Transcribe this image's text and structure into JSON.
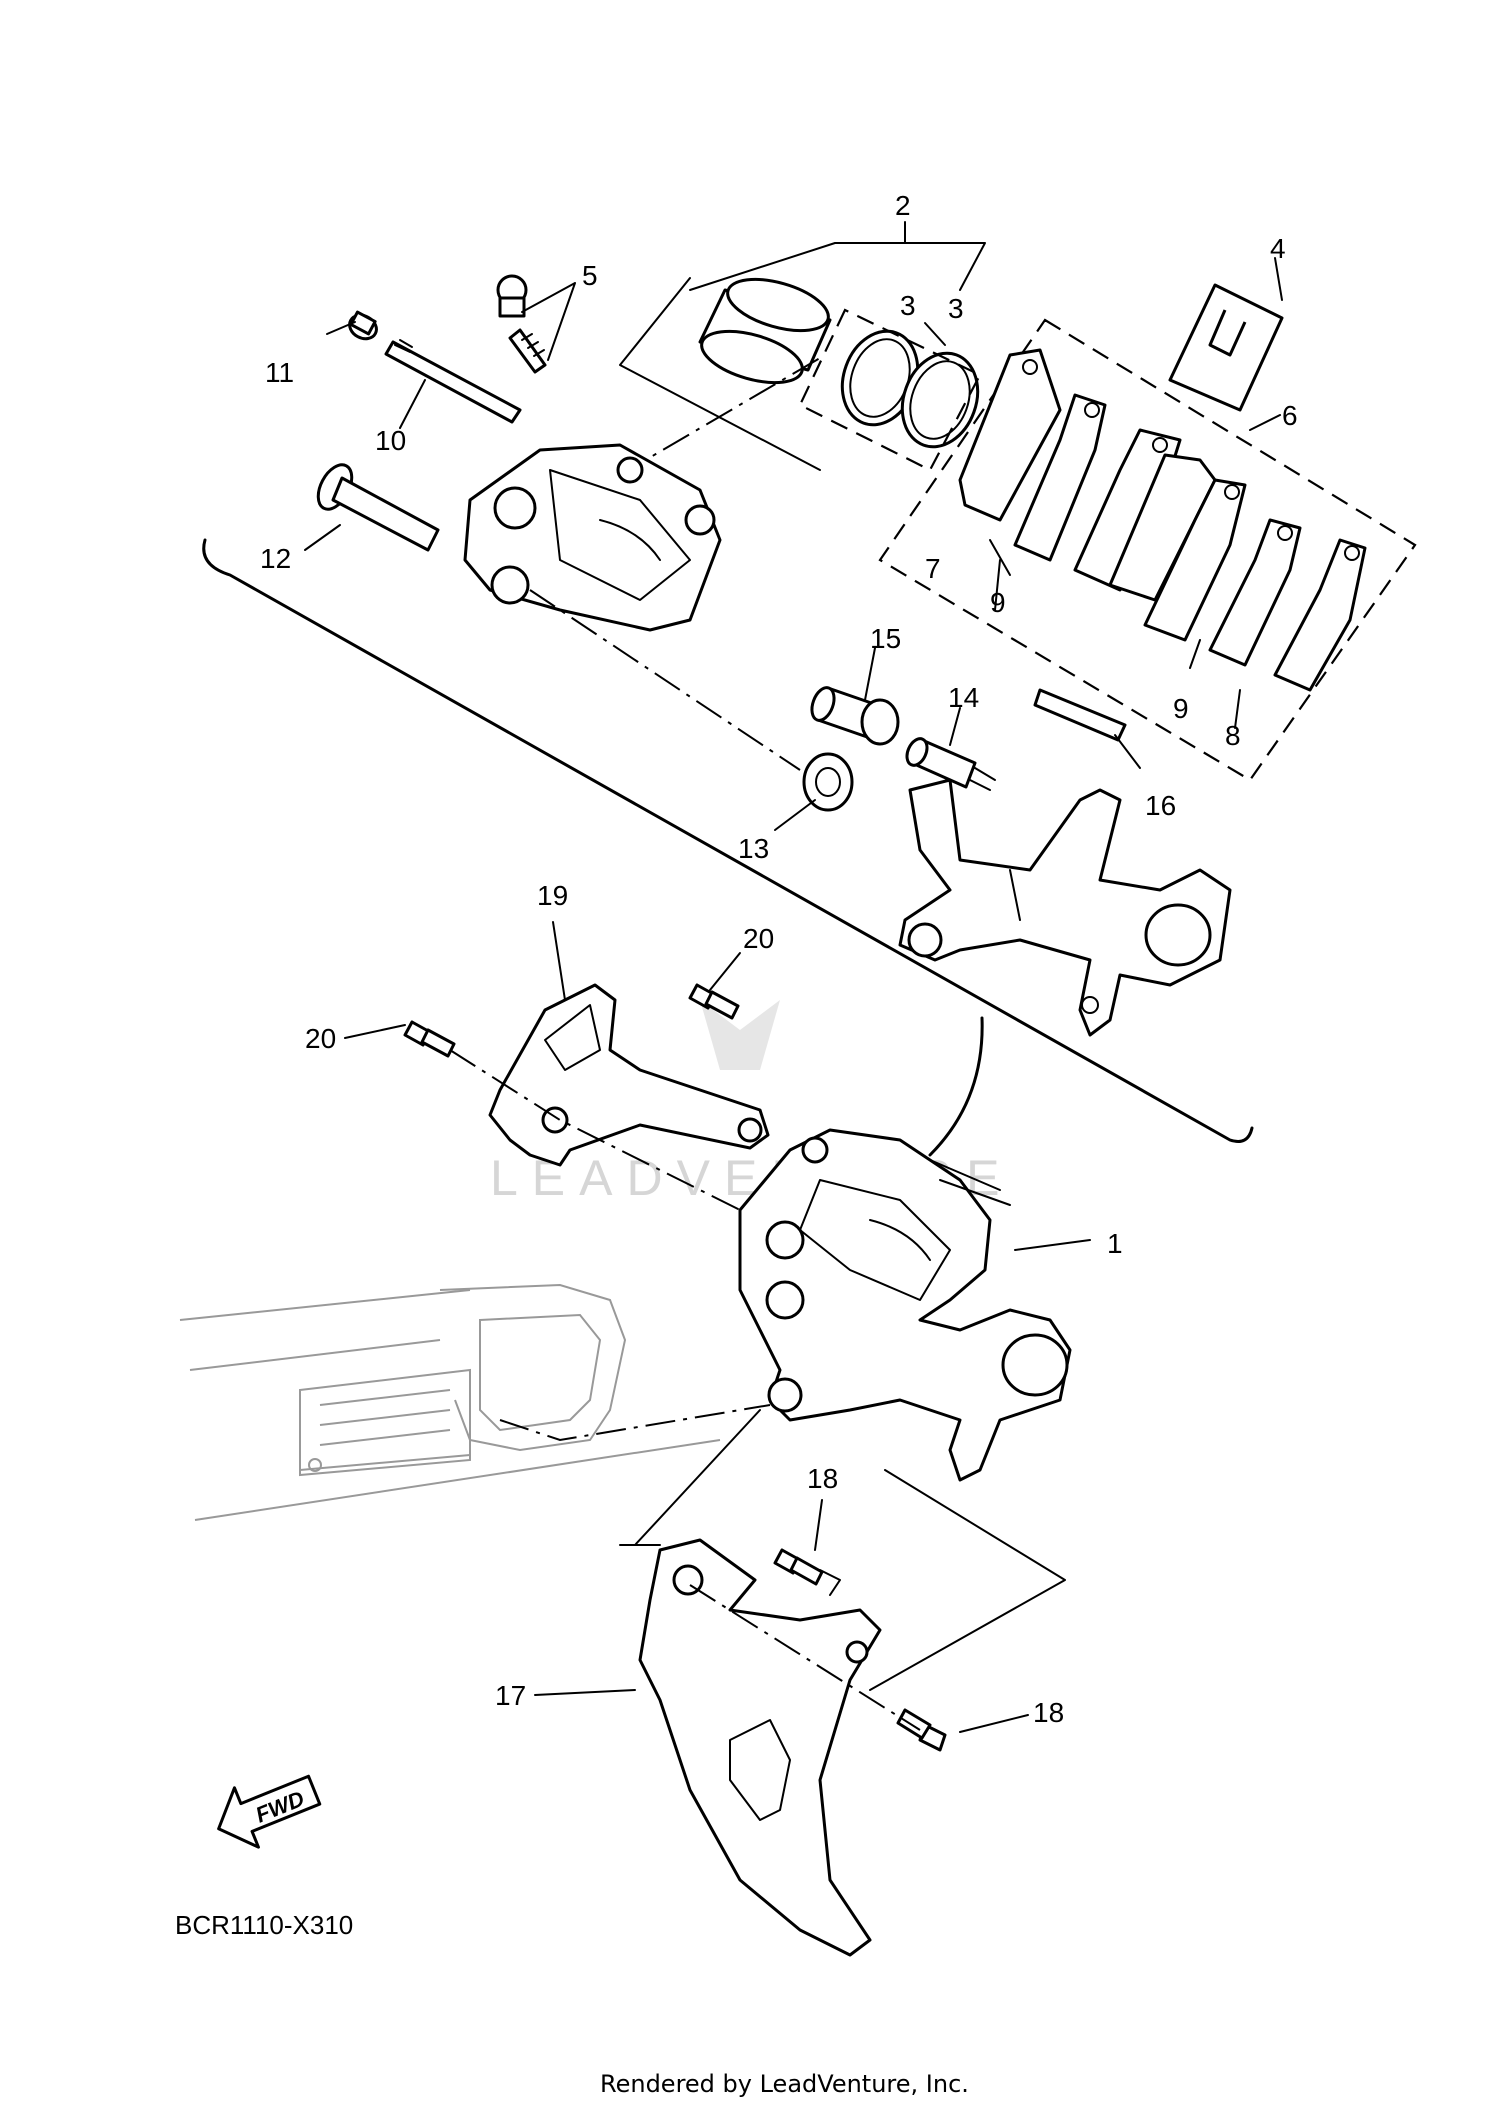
{
  "diagram": {
    "code": "BCR1110-X310",
    "credit": "Rendered by LeadVenture, Inc.",
    "watermark": "LEADVENTURE",
    "fwd": "FWD",
    "callouts": [
      "1",
      "2",
      "3",
      "3",
      "4",
      "5",
      "6",
      "7",
      "8",
      "9",
      "9",
      "10",
      "11",
      "12",
      "13",
      "14",
      "15",
      "16",
      "17",
      "18",
      "18",
      "19",
      "20",
      "20"
    ]
  }
}
